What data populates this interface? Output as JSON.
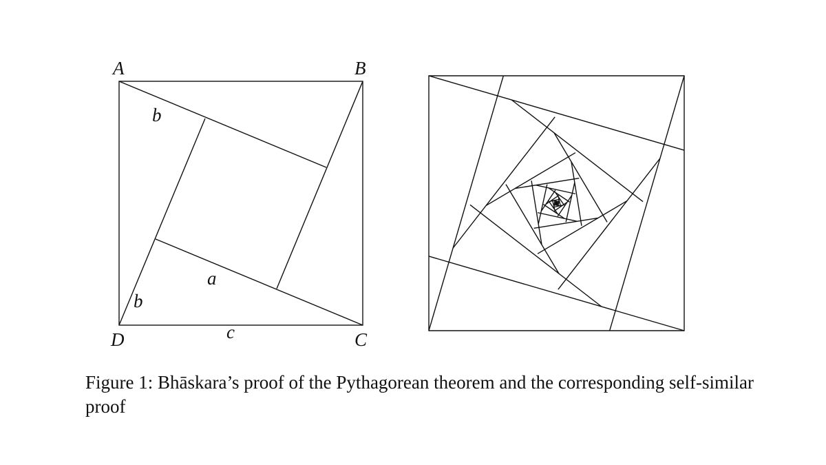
{
  "figure": {
    "left": {
      "vertex_labels": {
        "A": "A",
        "B": "B",
        "C": "C",
        "D": "D"
      },
      "side_labels": {
        "b_top": "b",
        "b_left": "b",
        "a": "a",
        "c": "c"
      }
    },
    "right": {
      "description": "self-similar spiral of nested squares"
    },
    "caption": {
      "text": "Figure 1: Bhāskara’s proof of the Pythagorean theorem and the corresponding self-similar proof"
    }
  }
}
